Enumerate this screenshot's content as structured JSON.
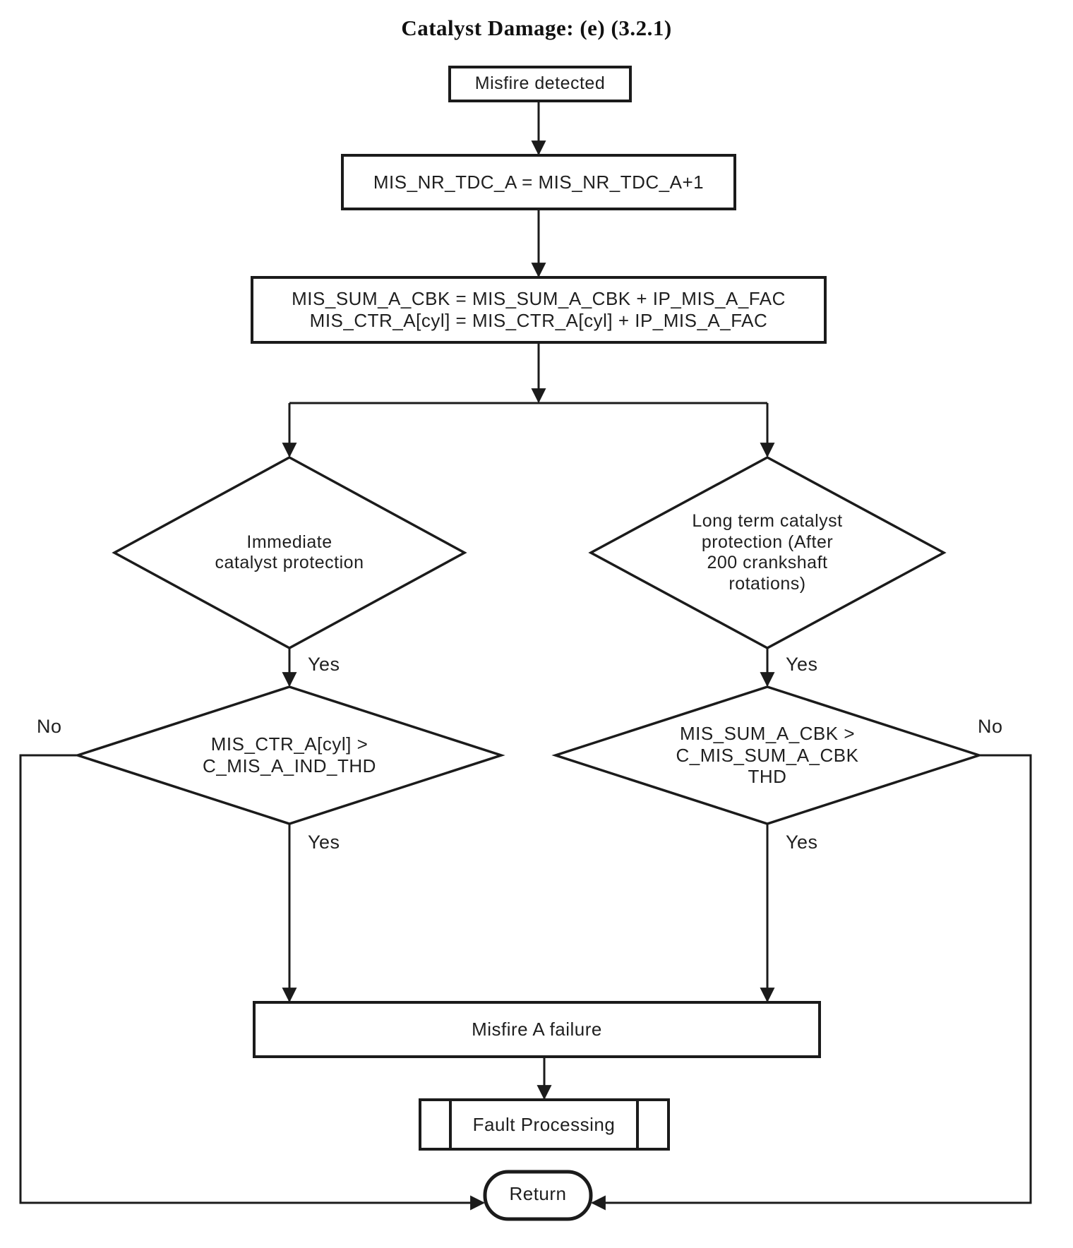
{
  "title": "Catalyst Damage: (e) (3.2.1)",
  "colors": {
    "ink": "#1b1b1b",
    "background": "#ffffff"
  },
  "nodes": {
    "start": {
      "type": "process",
      "label": "Misfire detected"
    },
    "increment_tdc": {
      "type": "process",
      "label": "MIS_NR_TDC_A = MIS_NR_TDC_A+1"
    },
    "accumulate": {
      "type": "process",
      "label": "MIS_SUM_A_CBK = MIS_SUM_A_CBK + IP_MIS_A_FAC\nMIS_CTR_A[cyl] = MIS_CTR_A[cyl] + IP_MIS_A_FAC"
    },
    "immediate_protection": {
      "type": "decision",
      "label": "Immediate\ncatalyst protection"
    },
    "long_term_protection": {
      "type": "decision",
      "label": "Long term catalyst\nprotection (After\n200 crankshaft\nrotations)"
    },
    "ctr_threshold": {
      "type": "decision",
      "label": "MIS_CTR_A[cyl] >\nC_MIS_A_IND_THD"
    },
    "sum_threshold": {
      "type": "decision",
      "label": "MIS_SUM_A_CBK >\nC_MIS_SUM_A_CBK\nTHD"
    },
    "misfire_failure": {
      "type": "process",
      "label": "Misfire A failure"
    },
    "fault_processing": {
      "type": "predefined-process",
      "label": "Fault Processing"
    },
    "return": {
      "type": "terminator",
      "label": "Return"
    }
  },
  "edge_labels": {
    "yes_immediate": "Yes",
    "yes_long_term": "Yes",
    "yes_ctr": "Yes",
    "yes_sum": "Yes",
    "no_ctr": "No",
    "no_sum": "No"
  }
}
